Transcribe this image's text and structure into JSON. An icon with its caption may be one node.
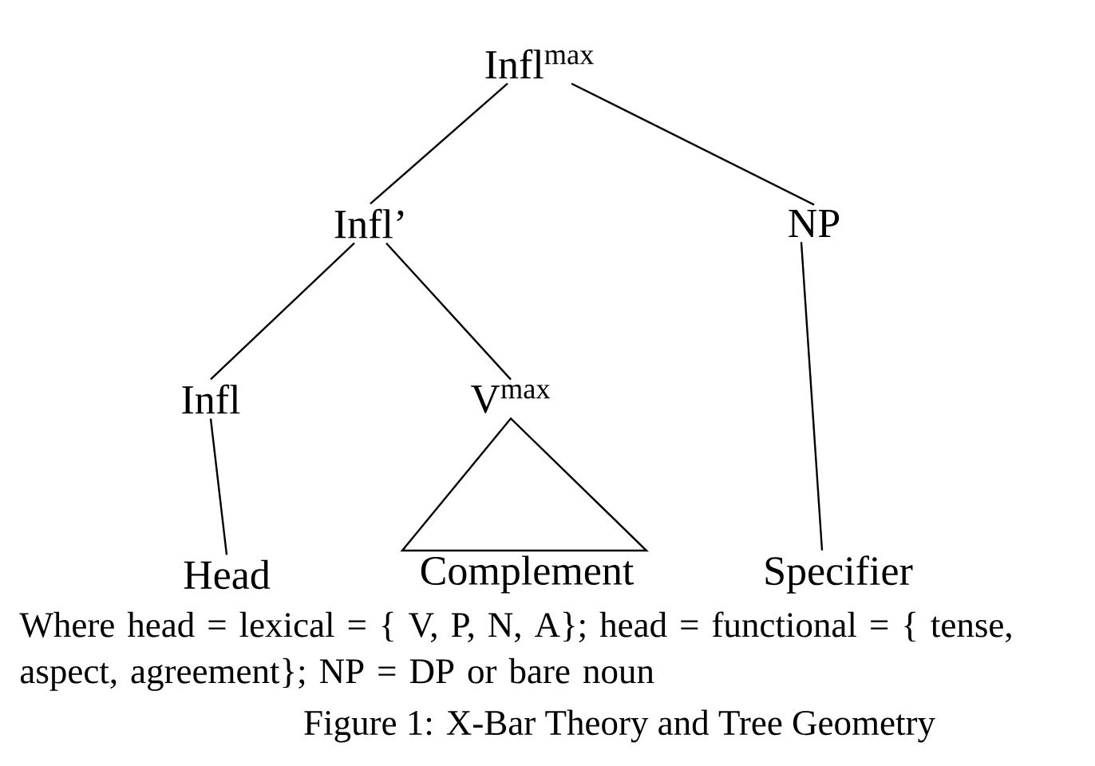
{
  "diagram": {
    "nodes": [
      {
        "text": [
          "Infl$^{max}$"
        ]
      },
      {
        "text": [
          "Infl’"
        ]
      },
      {
        "text": [
          "NP"
        ]
      },
      {
        "text": [
          "Infl"
        ]
      },
      {
        "text": [
          "V$^{max}$"
        ]
      },
      {
        "text": [
          "Head"
        ]
      },
      {
        "text": [
          "Complement"
        ]
      },
      {
        "text": [
          "Specifier"
        ]
      }
    ],
    "edges": [
      {
        "from": 0,
        "to": 1,
        "arrow": "none"
      },
      {
        "from": 0,
        "to": 2,
        "arrow": "none"
      },
      {
        "from": 1,
        "to": 3,
        "arrow": "none"
      },
      {
        "from": 1,
        "to": 4,
        "arrow": "none"
      },
      {
        "from": 3,
        "to": 5,
        "arrow": "none"
      },
      {
        "from": 4,
        "to": 6,
        "arrow": "none"
      },
      {
        "from": 2,
        "to": 7,
        "arrow": "none"
      }
    ],
    "labels": [
      "Where head = lexical = { V, P, N, A}; head = functional = { tense, aspect, agreement}; NP = DP or bare noun"
    ],
    "caption": "Figure 1: X-Bar Theory and Tree Geometry"
  }
}
